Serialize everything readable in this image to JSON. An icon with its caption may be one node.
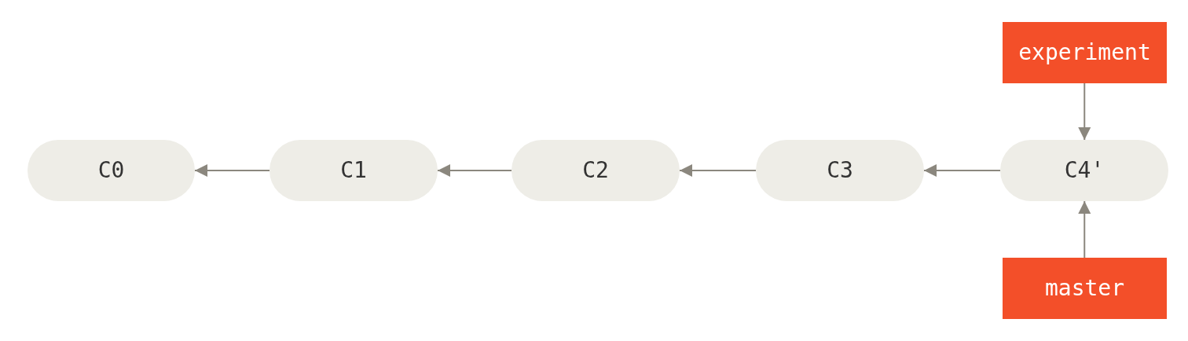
{
  "diagram": {
    "nodes": [
      {
        "text": [
          "C0"
        ]
      },
      {
        "text": [
          "C1"
        ]
      },
      {
        "text": [
          "C2"
        ]
      },
      {
        "text": [
          "C3"
        ]
      },
      {
        "text": [
          "C4'"
        ]
      },
      {
        "text": [
          "experiment"
        ]
      },
      {
        "text": [
          "master"
        ]
      }
    ],
    "edges": [
      {
        "from": 1,
        "to": 0,
        "arrow": "to"
      },
      {
        "from": 2,
        "to": 1,
        "arrow": "to"
      },
      {
        "from": 3,
        "to": 2,
        "arrow": "to"
      },
      {
        "from": 4,
        "to": 3,
        "arrow": "to"
      },
      {
        "from": 5,
        "to": 4,
        "arrow": "to"
      },
      {
        "from": 6,
        "to": 4,
        "arrow": "to"
      }
    ]
  }
}
